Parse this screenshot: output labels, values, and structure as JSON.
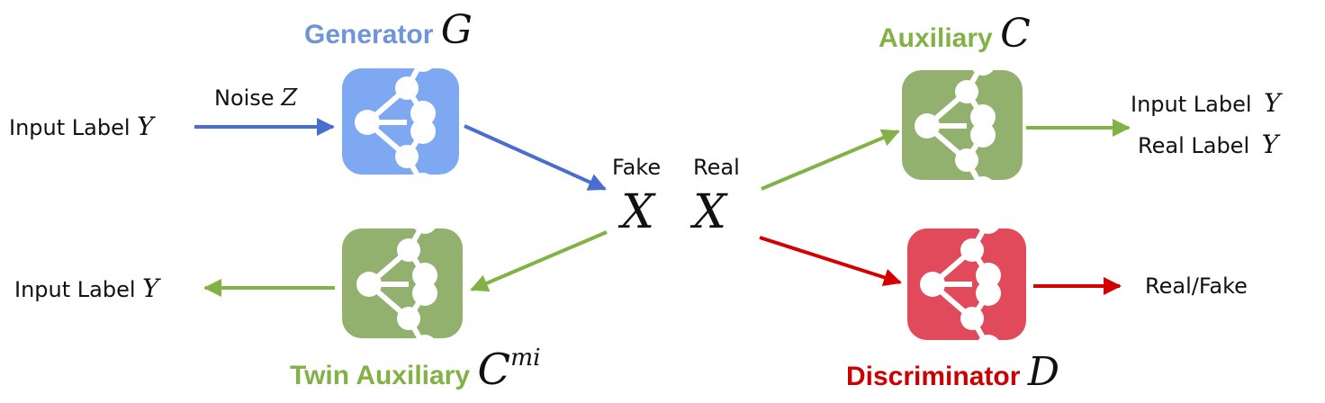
{
  "colors": {
    "generator": "#7ea8f2",
    "generator_text": "#6e95d8",
    "auxiliary": "#92b06e",
    "auxiliary_text": "#82b245",
    "discriminator": "#e04a5a",
    "discriminator_text": "#cc0000",
    "arrow_blue": "#4a6ecf",
    "arrow_green": "#82b245",
    "arrow_red": "#d40000"
  },
  "generator": {
    "name": "Generator",
    "symbol": "G",
    "icon": "neural-network-icon"
  },
  "auxiliary": {
    "name": "Auxiliary",
    "symbol": "C",
    "icon": "neural-network-icon"
  },
  "twin_auxiliary": {
    "name": "Twin Auxiliary",
    "symbol": "C",
    "superscript": "mi",
    "icon": "neural-network-icon"
  },
  "discriminator": {
    "name": "Discriminator",
    "symbol": "D",
    "icon": "neural-network-icon"
  },
  "inputs": {
    "input_label_text": "Input Label",
    "input_label_var": "Y",
    "noise_text": "Noise",
    "noise_var": "Z"
  },
  "samples": {
    "fake_label": "Fake",
    "real_label": "Real",
    "fake_var": "X",
    "real_var": "X"
  },
  "outputs": {
    "aux_out_1_text": "Input Label",
    "aux_out_1_var": "Y",
    "aux_out_2_text": "Real Label",
    "aux_out_2_var": "Y",
    "twin_out_text": "Input Label",
    "twin_out_var": "Y",
    "disc_out_text": "Real/Fake"
  }
}
